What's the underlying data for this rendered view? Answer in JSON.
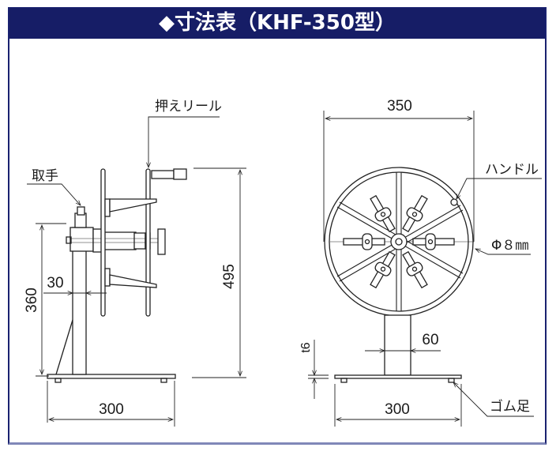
{
  "header": {
    "title": "◆寸法表（KHF-350型）",
    "background": "#161d66",
    "text_color": "#ffffff"
  },
  "side_view": {
    "labels": {
      "press_reel": "押えリール",
      "grip": "取手"
    },
    "dimensions": {
      "total_height": "495",
      "column_height": "360",
      "column_width": "30",
      "base_width": "300"
    }
  },
  "front_view": {
    "labels": {
      "handle": "ハンドル",
      "rod_diameter": "Φ８㎜",
      "rubber_feet": "ゴム足"
    },
    "dimensions": {
      "reel_diameter": "350",
      "column_width": "60",
      "base_thickness": "t6",
      "base_width": "300"
    }
  }
}
